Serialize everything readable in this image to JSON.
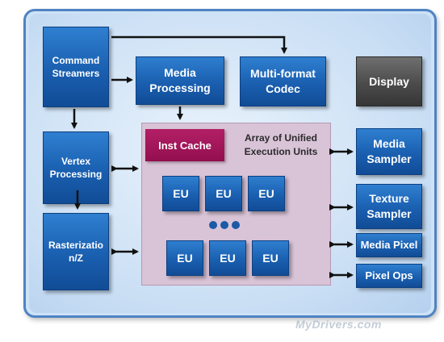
{
  "diagram": {
    "blocks": {
      "command_streamers": "Command\nStreamers",
      "media_processing": "Media\nProcessing",
      "multiformat_codec": "Multi-format\nCodec",
      "display": "Display",
      "vertex_processing": "Vertex\nProcessing",
      "rasterization": "Rasterizatio\nn/Z",
      "media_sampler": "Media\nSampler",
      "texture_sampler": "Texture\nSampler",
      "media_pixel": "Media Pixel",
      "pixel_ops": "Pixel Ops"
    },
    "array": {
      "title": "Array of Unified\nExecution Units",
      "inst_cache": "Inst Cache",
      "eu_label": "EU"
    },
    "watermark": "MyDrivers.com",
    "colors": {
      "block_blue": "#1a5fb0",
      "display_gray": "#4b4b4b",
      "inst_cache": "#a3185a",
      "array_bg": "#d9c3d7",
      "frame_border": "#4f83c4"
    }
  }
}
